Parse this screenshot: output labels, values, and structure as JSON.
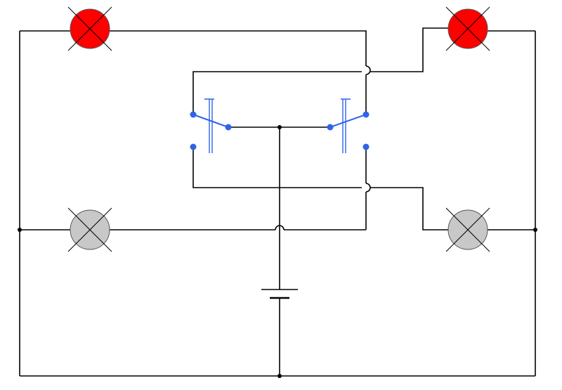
{
  "diagram": {
    "type": "circuit-schematic",
    "background_color": "#ffffff",
    "wire_color": "#000000",
    "switch_color": "#2f64e8",
    "components": {
      "lamps": [
        {
          "id": "lamp-top-left",
          "state": "lit",
          "color": "#ff0000"
        },
        {
          "id": "lamp-top-right",
          "state": "lit",
          "color": "#ff0000"
        },
        {
          "id": "lamp-mid-left",
          "state": "off",
          "color": "#c8c8c8"
        },
        {
          "id": "lamp-mid-right",
          "state": "off",
          "color": "#c8c8c8"
        }
      ],
      "switches": [
        {
          "id": "switch-left",
          "type": "double-throw",
          "position": "up"
        },
        {
          "id": "switch-right",
          "type": "double-throw",
          "position": "up"
        }
      ],
      "battery": {
        "id": "battery",
        "type": "single-cell"
      }
    }
  }
}
